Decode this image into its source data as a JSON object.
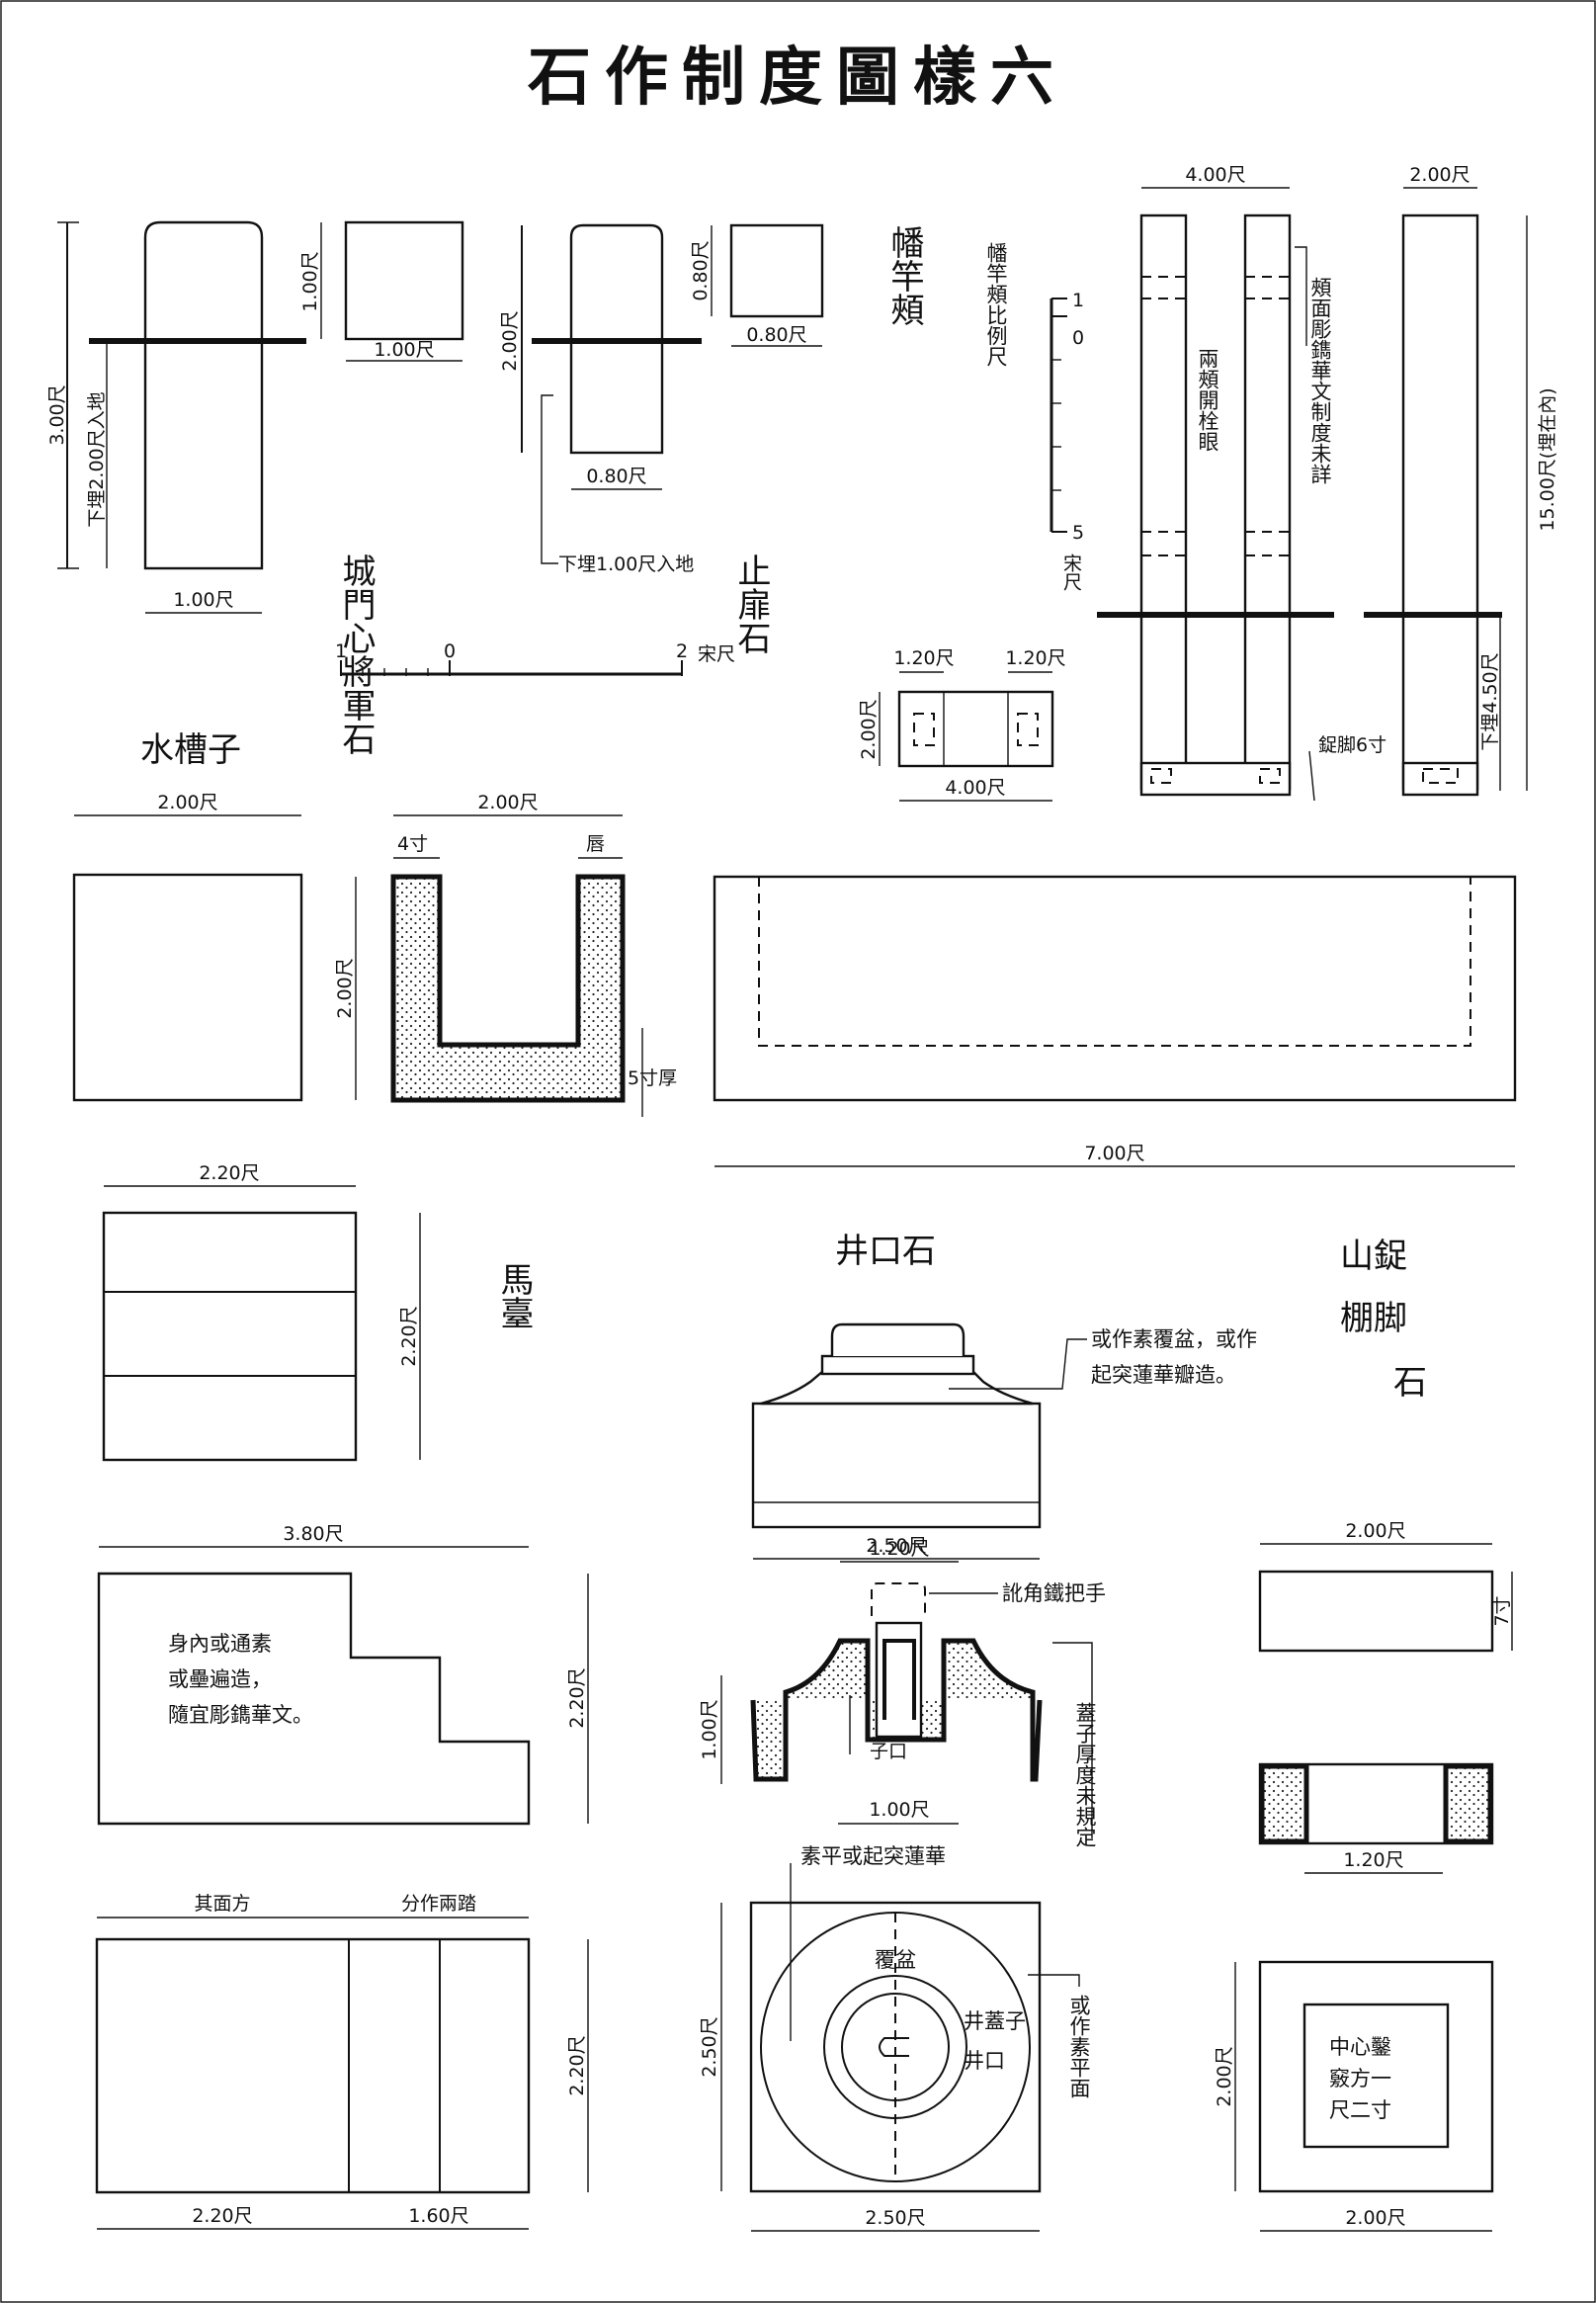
{
  "title": "石作制度圖樣六",
  "general_jiangjun_stone": {
    "label": "城門心將軍石",
    "dims": {
      "height": "3.00尺",
      "above": "1.00尺",
      "buried": "下埋2.00尺入地",
      "width": "1.00尺",
      "plan": "1.00尺"
    }
  },
  "door_stop_stone": {
    "label": "止扉石",
    "dims": {
      "height": "2.00尺",
      "above": "0.80尺",
      "plan": "0.80尺",
      "width": "0.80尺",
      "buried": "下埋1.00尺入地"
    }
  },
  "scale_bar": {
    "ticks": [
      "1",
      "0",
      "2"
    ],
    "unit": "宋尺"
  },
  "banner_pole": {
    "label": "幡竿頰",
    "scale_note": "幡竿頰比例尺",
    "scale_ticks": [
      "1",
      "0",
      "5"
    ],
    "scale_unit": "宋尺",
    "dims": {
      "width": "4.00尺",
      "side_width": "2.00尺",
      "height": "15.00尺(埋在內)",
      "buried": "下埋4.50尺",
      "foot": "鋜脚6寸",
      "plan_a": "1.20尺",
      "plan_b": "1.20尺",
      "plan_depth": "2.00尺",
      "plan_total": "4.00尺"
    },
    "notes": {
      "hole": "兩頰開栓眼",
      "decor": "頰面彫鐫華文制度未詳"
    }
  },
  "water_trough": {
    "label": "水槽子",
    "dims": {
      "plan": "2.00尺",
      "section": "2.00尺",
      "wall": "4寸",
      "rim": "唇",
      "height": "2.00尺",
      "bottom": "5寸厚",
      "length": "7.00尺"
    }
  },
  "mounting_platform": {
    "label": "馬臺",
    "dims": {
      "plan_w": "2.20尺",
      "plan_h": "2.20尺",
      "side_w": "3.80尺",
      "side_h": "2.20尺",
      "front_h": "2.20尺",
      "front_a": "2.20尺",
      "front_b": "1.60尺"
    },
    "notes": {
      "side": "身內或通素或壘遍造，隨宜彫鐫華文。",
      "front_a": "其面方",
      "front_b": "分作兩踏"
    }
  },
  "well_mouth_stone": {
    "label": "井口石",
    "dims": {
      "elev_w": "2.50尺",
      "cover_w": "1.20尺",
      "sec_h": "1.00尺",
      "sec_w": "1.00尺",
      "plan_h": "2.50尺",
      "plan_w": "2.50尺"
    },
    "notes": {
      "basin": "或作素覆盆，或作起突蓮華瓣造。",
      "handle": "訛角鐵把手",
      "cover": "蓋子厚度未規定",
      "opening": "子口",
      "lotus": "素平或起突蓮華",
      "fubasin": "覆盆",
      "lid": "井蓋子",
      "mouth": "井口",
      "plain": "或作素平面"
    }
  },
  "pegging_stone": {
    "label": "山棚鋜脚石",
    "dims": {
      "elev_w": "2.00尺",
      "elev_h": "7寸",
      "sec_w": "1.20尺",
      "plan_h": "2.00尺",
      "plan_w": "2.00尺"
    },
    "notes": {
      "socket": "中心鑿竅方一尺二寸"
    }
  }
}
